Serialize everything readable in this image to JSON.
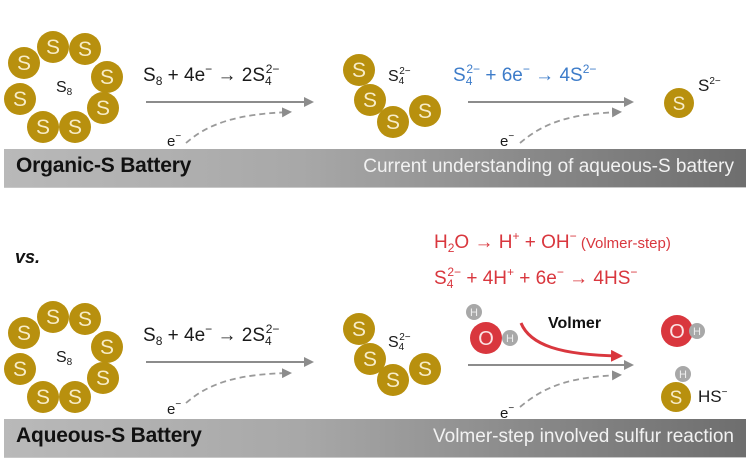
{
  "colors": {
    "sulfur_atom": "#b8900e",
    "oxygen_atom": "#d9373e",
    "hydrogen_atom": "#a8a8a8",
    "blue_equation": "#3d7cc9",
    "red_equation": "#d9373e",
    "arrow_gray": "#8c8c8c"
  },
  "atom_letters": {
    "sulfur": "S",
    "oxygen": "O",
    "hydrogen": "H"
  },
  "top_panel": {
    "ring_label": {
      "main": "S",
      "sub": "8"
    },
    "eq1": {
      "lhs_S": "S",
      "lhs_sub": "8",
      "mid": " + 4e",
      "mid_sup": "−",
      "arrow": " → ",
      "rhs": "2S",
      "rhs_sub": "4",
      "rhs_sup": "2−"
    },
    "chain_label": {
      "main": "S",
      "sub": "4",
      "sup": "2−"
    },
    "eq2": {
      "lhs": "S",
      "lhs_sub": "4",
      "lhs_sup": "2−",
      "mid": " + 6e",
      "mid_sup": "−",
      "arrow": " → ",
      "rhs": "4S",
      "rhs_sup": "2−"
    },
    "sulfide_label": {
      "main": "S",
      "sup": "2−"
    },
    "electron_label_1": {
      "main": "e",
      "sup": "−"
    },
    "electron_label_2": {
      "main": "e",
      "sup": "−"
    },
    "bar_left": "Organic-S Battery",
    "bar_right": "Current understanding of aqueous-S battery"
  },
  "vs_label": "vs.",
  "bottom_panel": {
    "ring_label": {
      "main": "S",
      "sub": "8"
    },
    "eq1": {
      "lhs_S": "S",
      "lhs_sub": "8",
      "mid": " + 4e",
      "mid_sup": "−",
      "arrow": " → ",
      "rhs": "2S",
      "rhs_sub": "4",
      "rhs_sup": "2−"
    },
    "chain_label": {
      "main": "S",
      "sub": "4",
      "sup": "2−"
    },
    "red_eq1": {
      "a": "H",
      "a_sub": "2",
      "b": "O → H",
      "b_sup": "+",
      "c": " + OH",
      "c_sup": "−",
      "note": " (Volmer-step)"
    },
    "red_eq2": {
      "a": "S",
      "a_sub": "4",
      "a_sup": "2−",
      "b": " + 4H",
      "b_sup": "+",
      "c": " + 6e",
      "c_sup": "−",
      "d": " → 4HS",
      "d_sup": "−"
    },
    "volmer_arrow_label": "Volmer",
    "hs_label": {
      "main": "HS",
      "sup": "−"
    },
    "electron_label_1": {
      "main": "e",
      "sup": "−"
    },
    "electron_label_2": {
      "main": "e",
      "sup": "−"
    },
    "bar_left": "Aqueous-S Battery",
    "bar_right": "Volmer-step involved sulfur reaction"
  }
}
